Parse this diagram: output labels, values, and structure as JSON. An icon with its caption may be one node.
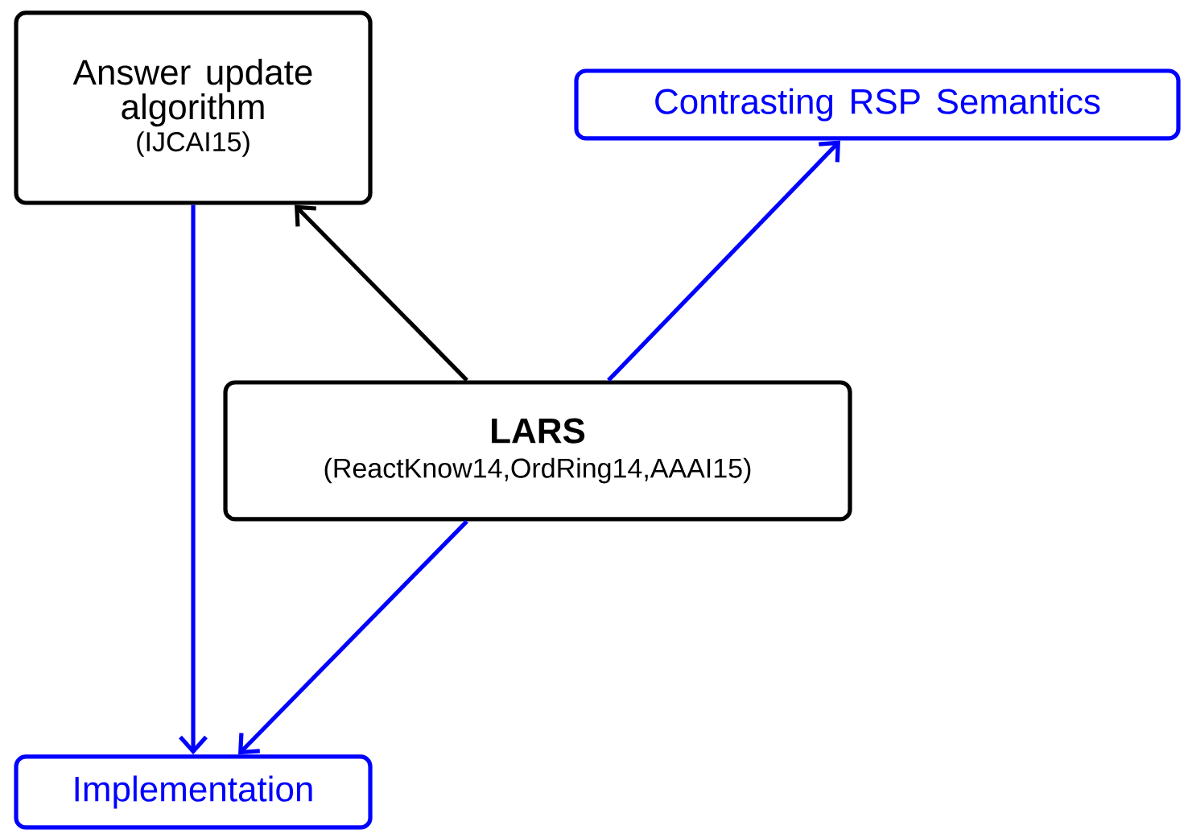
{
  "diagram": {
    "nodes": [
      {
        "text": [
          "Answer update algorithm",
          "(IJCAI15)"
        ]
      },
      {
        "text": [
          "Contrasting RSP Semantics"
        ]
      },
      {
        "text": [
          "LARS",
          "(ReactKnow14,OrdRing14,AAAI15)"
        ]
      },
      {
        "text": [
          "Implementation"
        ]
      }
    ],
    "edges": [
      {
        "from": 2,
        "to": 0,
        "arrow": "to",
        "color": "#000000"
      },
      {
        "from": 2,
        "to": 1,
        "arrow": "to"
      },
      {
        "from": 0,
        "to": 3,
        "arrow": "to"
      },
      {
        "from": 2,
        "to": 3,
        "arrow": "to"
      }
    ]
  }
}
